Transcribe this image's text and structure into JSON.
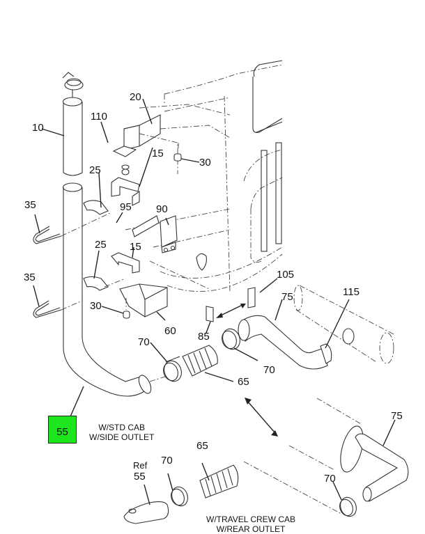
{
  "title": "Exhaust System Exploded View",
  "highlight": {
    "label": "55",
    "color": "#1ee61e"
  },
  "callouts": {
    "c10": "10",
    "c20": "20",
    "c110": "110",
    "c15a": "15",
    "c30a": "30",
    "c25a": "25",
    "c35a": "35",
    "c95": "95",
    "c90": "90",
    "c25b": "25",
    "c15b": "15",
    "c35b": "35",
    "c30b": "30",
    "c60": "60",
    "c105": "105",
    "c75a": "75",
    "c115": "115",
    "c85": "85",
    "c70a": "70",
    "c70b": "70",
    "c65a": "65",
    "c75b": "75",
    "c65b": "65",
    "c70c": "70",
    "c70d": "70",
    "ref": "Ref",
    "c55ref": "55"
  },
  "notes": {
    "std_cab_line1": "W/STD CAB",
    "std_cab_line2": "W/SIDE OUTLET",
    "crew_cab_line1": "W/TRAVEL CREW CAB",
    "crew_cab_line2": "W/REAR OUTLET"
  }
}
